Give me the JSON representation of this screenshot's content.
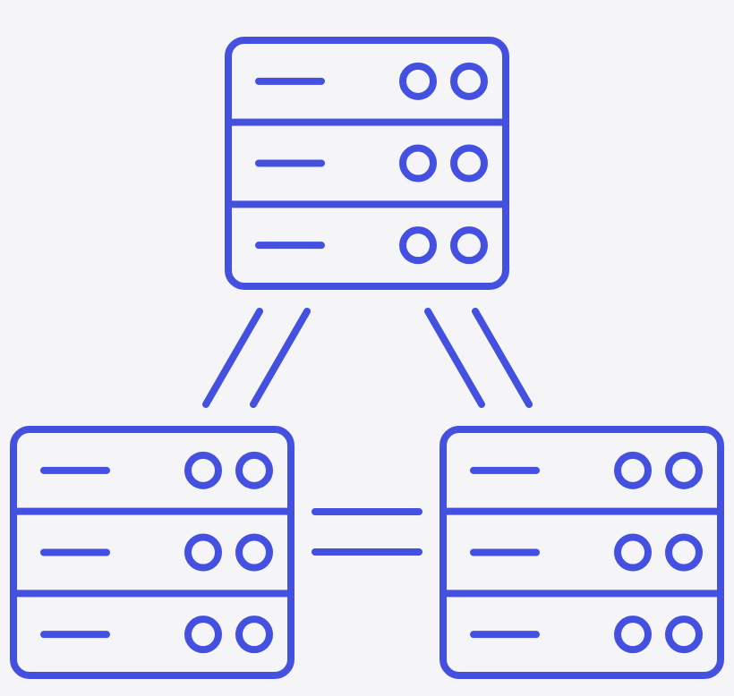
{
  "icon": {
    "name": "server-cluster-icon",
    "stroke_color": "#4350E0",
    "background_color": "#F5F5F7",
    "server_count": 3,
    "units_per_server": 3,
    "leds_per_unit": 2,
    "connections": [
      {
        "from": "server-top",
        "to": "server-bottom-left",
        "lines": 2
      },
      {
        "from": "server-top",
        "to": "server-bottom-right",
        "lines": 2
      },
      {
        "from": "server-bottom-left",
        "to": "server-bottom-right",
        "lines": 2
      }
    ]
  }
}
